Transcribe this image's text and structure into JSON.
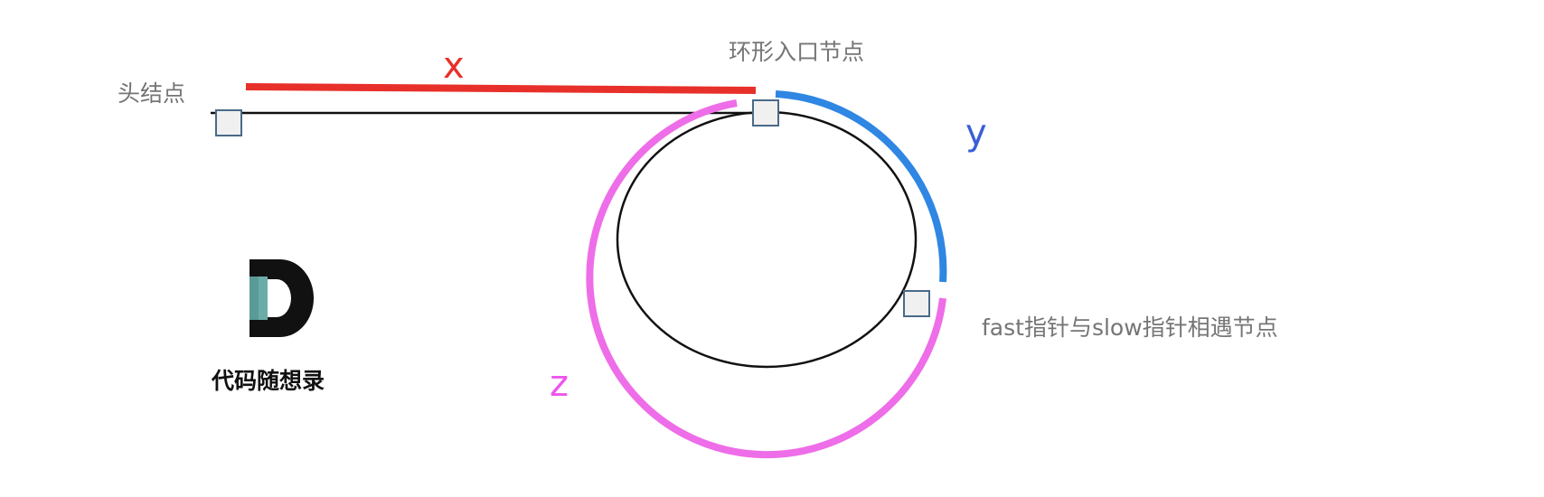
{
  "labels": {
    "head_node": "头结点",
    "cycle_entry": "环形入口节点",
    "meeting_point": "fast指针与slow指针相遇节点"
  },
  "segments": {
    "x": {
      "label": "x",
      "color": "#e8302a"
    },
    "y": {
      "label": "y",
      "color": "#2f86e3"
    },
    "z": {
      "label": "z",
      "color": "#ee6de8"
    }
  },
  "logo": {
    "text": "代码随想录",
    "icon": "letter-d-logo-icon",
    "accent_color": "#6aaca8"
  },
  "colors": {
    "line": "#111111",
    "node_fill": "#f0f0f0",
    "node_stroke": "#4a6a88",
    "label_text": "#757575"
  }
}
